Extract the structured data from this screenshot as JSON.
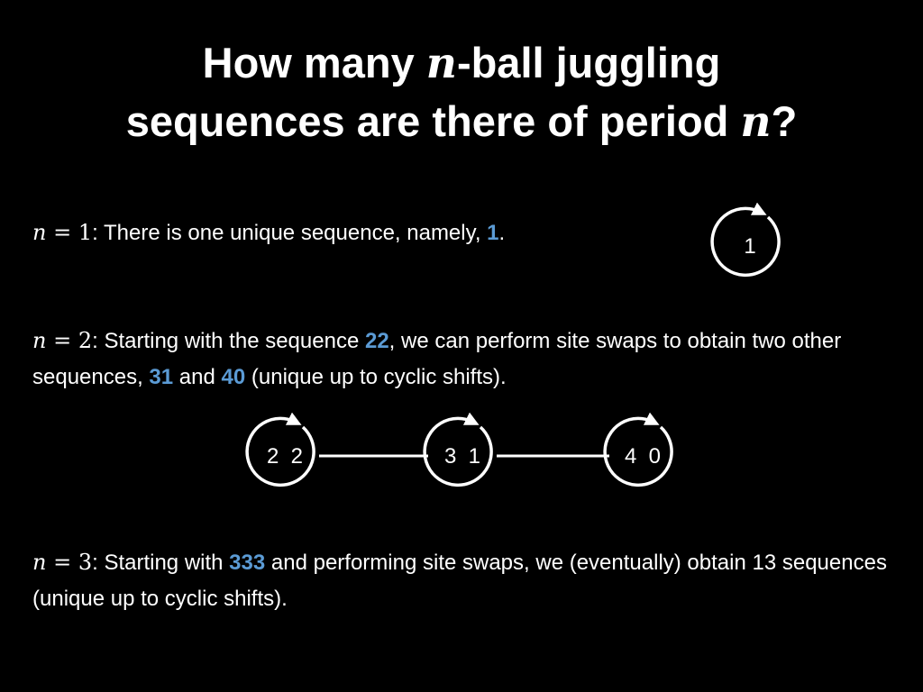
{
  "title": {
    "line1_pre": "How many ",
    "line1_var": "n",
    "line1_post": "-ball juggling",
    "line2_pre": "sequences are there of period ",
    "line2_var": "n",
    "line2_post": "?"
  },
  "cases": [
    {
      "var": "n",
      "eq": " = 1",
      "text_a": ": There is one unique sequence, namely, ",
      "hl_a": "1",
      "text_b": "."
    },
    {
      "var": "n",
      "eq": " = 2",
      "text_a": ": Starting with the sequence ",
      "hl_a": "22",
      "text_b": ", we can perform site swaps to obtain two other sequences, ",
      "hl_b": "31",
      "text_c": " and ",
      "hl_c": "40",
      "text_d": " (unique up to cyclic shifts)."
    },
    {
      "var": "n",
      "eq": " = 3",
      "text_a": ": Starting with ",
      "hl_a": "333",
      "text_b": " and performing site swaps, we (eventually) obtain 13 sequences (unique up to cyclic shifts)."
    }
  ],
  "diagram": {
    "n1_node": "1",
    "n2_nodes": [
      "2  2",
      "3  1",
      "4  0"
    ]
  },
  "colors": {
    "background": "#000000",
    "text": "#ffffff",
    "highlight": "#5b9bd5"
  }
}
